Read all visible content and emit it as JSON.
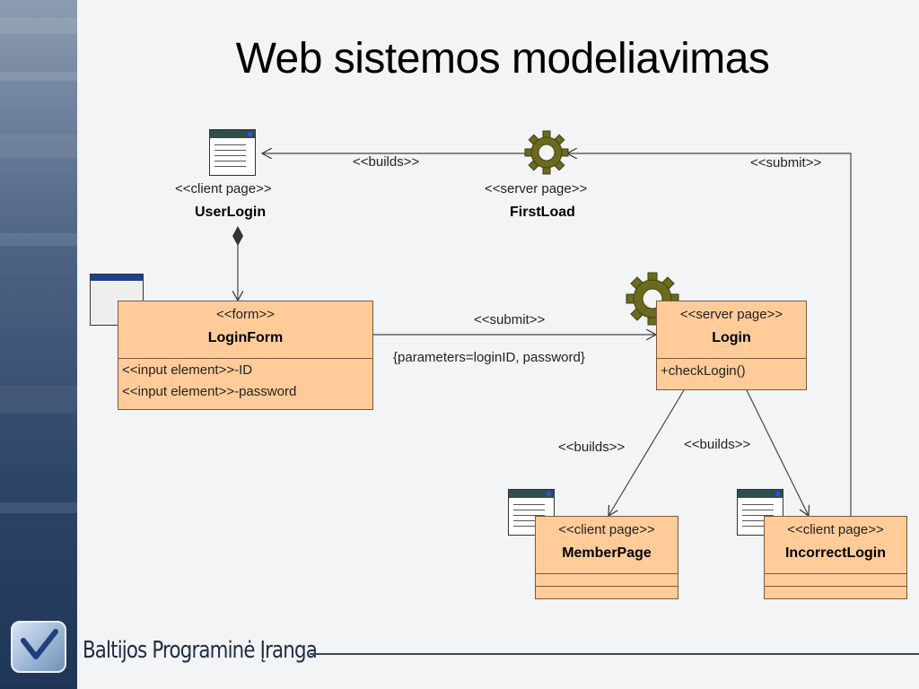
{
  "slide": {
    "title": "Web sistemos modeliavimas",
    "company": "Baltijos Programinė Įranga"
  },
  "nodes": {
    "user_login": {
      "stereotype": "<<client page>>",
      "name": "UserLogin"
    },
    "first_load": {
      "stereotype": "<<server page>>",
      "name": "FirstLoad"
    },
    "login_form": {
      "stereotype": "<<form>>",
      "name": "LoginForm",
      "attributes": [
        "<<input element>>-ID",
        "<<input element>>-password"
      ]
    },
    "login": {
      "stereotype": "<<server page>>",
      "name": "Login",
      "operations": [
        "+checkLogin()"
      ]
    },
    "member_page": {
      "stereotype": "<<client page>>",
      "name": "MemberPage"
    },
    "incorrect_login": {
      "stereotype": "<<client page>>",
      "name": "IncorrectLogin"
    }
  },
  "edges": {
    "builds_top": "<<builds>>",
    "submit_top": "<<submit>>",
    "submit_middle": "<<submit>>",
    "parameters": "{parameters=loginID, password}",
    "builds_member": "<<builds>>",
    "builds_incorrect": "<<builds>>"
  },
  "colors": {
    "class_fill": "#ffcc99",
    "gear": "#6b6b1f",
    "sidebar": "#2c4468"
  },
  "icons": [
    "client-page-icon",
    "server-page-gear-icon",
    "form-icon",
    "company-logo-icon"
  ]
}
